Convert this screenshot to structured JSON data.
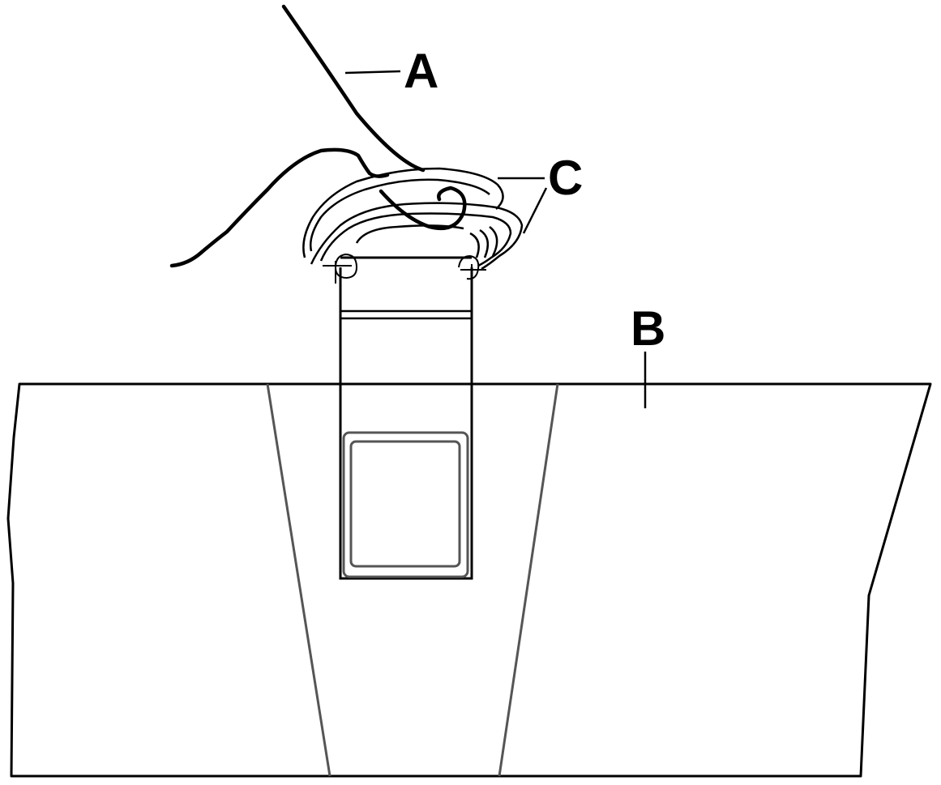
{
  "callouts": {
    "a": "A",
    "b": "B",
    "c": "C"
  },
  "colors": {
    "stroke": "#000000",
    "secondary_stroke": "#555555",
    "background": "#ffffff"
  }
}
